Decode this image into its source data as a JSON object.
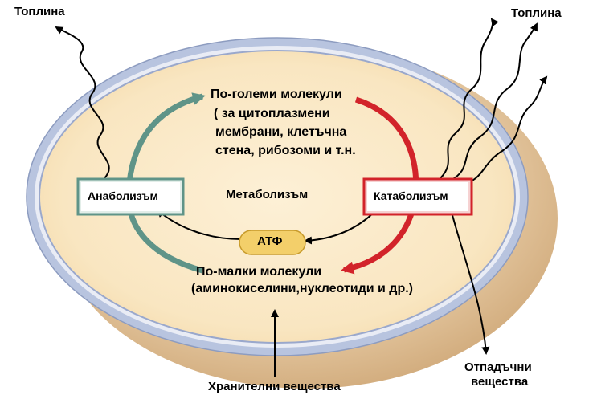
{
  "labels": {
    "heat_left": "Топлина",
    "heat_right": "Топлина",
    "large_molecules_1": "По-големи молекули",
    "large_molecules_2": "( за цитоплазмени",
    "large_molecules_3": "мембрани, клетъчна",
    "large_molecules_4": "стена, рибозоми и т.н.",
    "anabolism": "Анаболизъм",
    "metabolism": "Метаболизъм",
    "catabolism": "Катаболизъм",
    "atp": "АТФ",
    "small_molecules_1": "По-малки молекули",
    "small_molecules_2": "(аминокиселини,нуклеотиди и др.)",
    "nutrients": "Хранителни вещества",
    "waste_1": "Отпадъчни",
    "waste_2": "вещества"
  },
  "colors": {
    "cell_fill": "#f7e4bf",
    "cell_outer": "#d9b98e",
    "membrane": "#b8c4df",
    "anabolic": "#5f9488",
    "catabolic": "#d2232a",
    "atp_fill": "#f3cf6a"
  }
}
